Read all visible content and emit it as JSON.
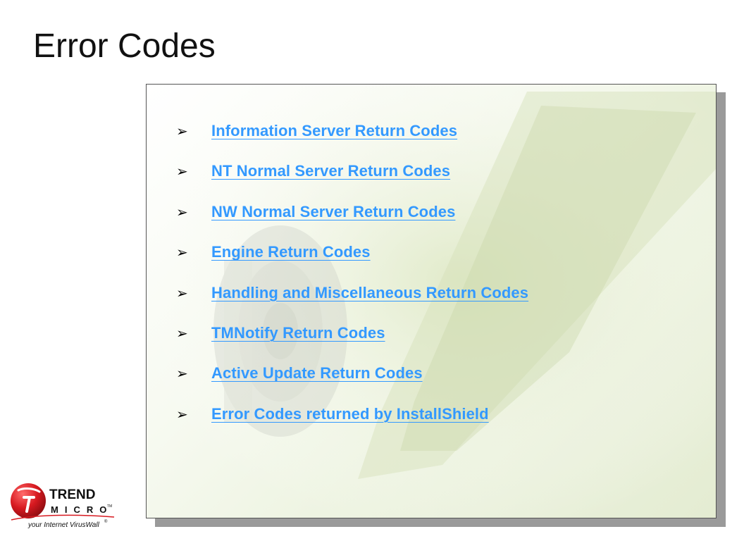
{
  "slide": {
    "title": "Error Codes"
  },
  "list": {
    "bullet_icon": "arrowhead-bullet-icon",
    "items": [
      {
        "label": "Information Server Return Codes"
      },
      {
        "label": "NT Normal Server Return Codes"
      },
      {
        "label": "NW Normal Server Return Codes"
      },
      {
        "label": "Engine Return Codes"
      },
      {
        "label": "Handling and Miscellaneous Return Codes"
      },
      {
        "label": "TMNotify Return Codes"
      },
      {
        "label": "Active Update Return Codes"
      },
      {
        "label": "Error Codes returned by InstallShield"
      }
    ]
  },
  "logo": {
    "icon": "trend-micro-logo-icon",
    "wordmark_top": "TREND",
    "wordmark_bottom": "MICRO",
    "trademark": "TM",
    "tagline": "your Internet VirusWall",
    "registered": "®"
  },
  "colors": {
    "link": "#3399ff",
    "logo_red": "#d71920",
    "panel_border": "#555555",
    "panel_shadow": "#9a9a9a"
  }
}
